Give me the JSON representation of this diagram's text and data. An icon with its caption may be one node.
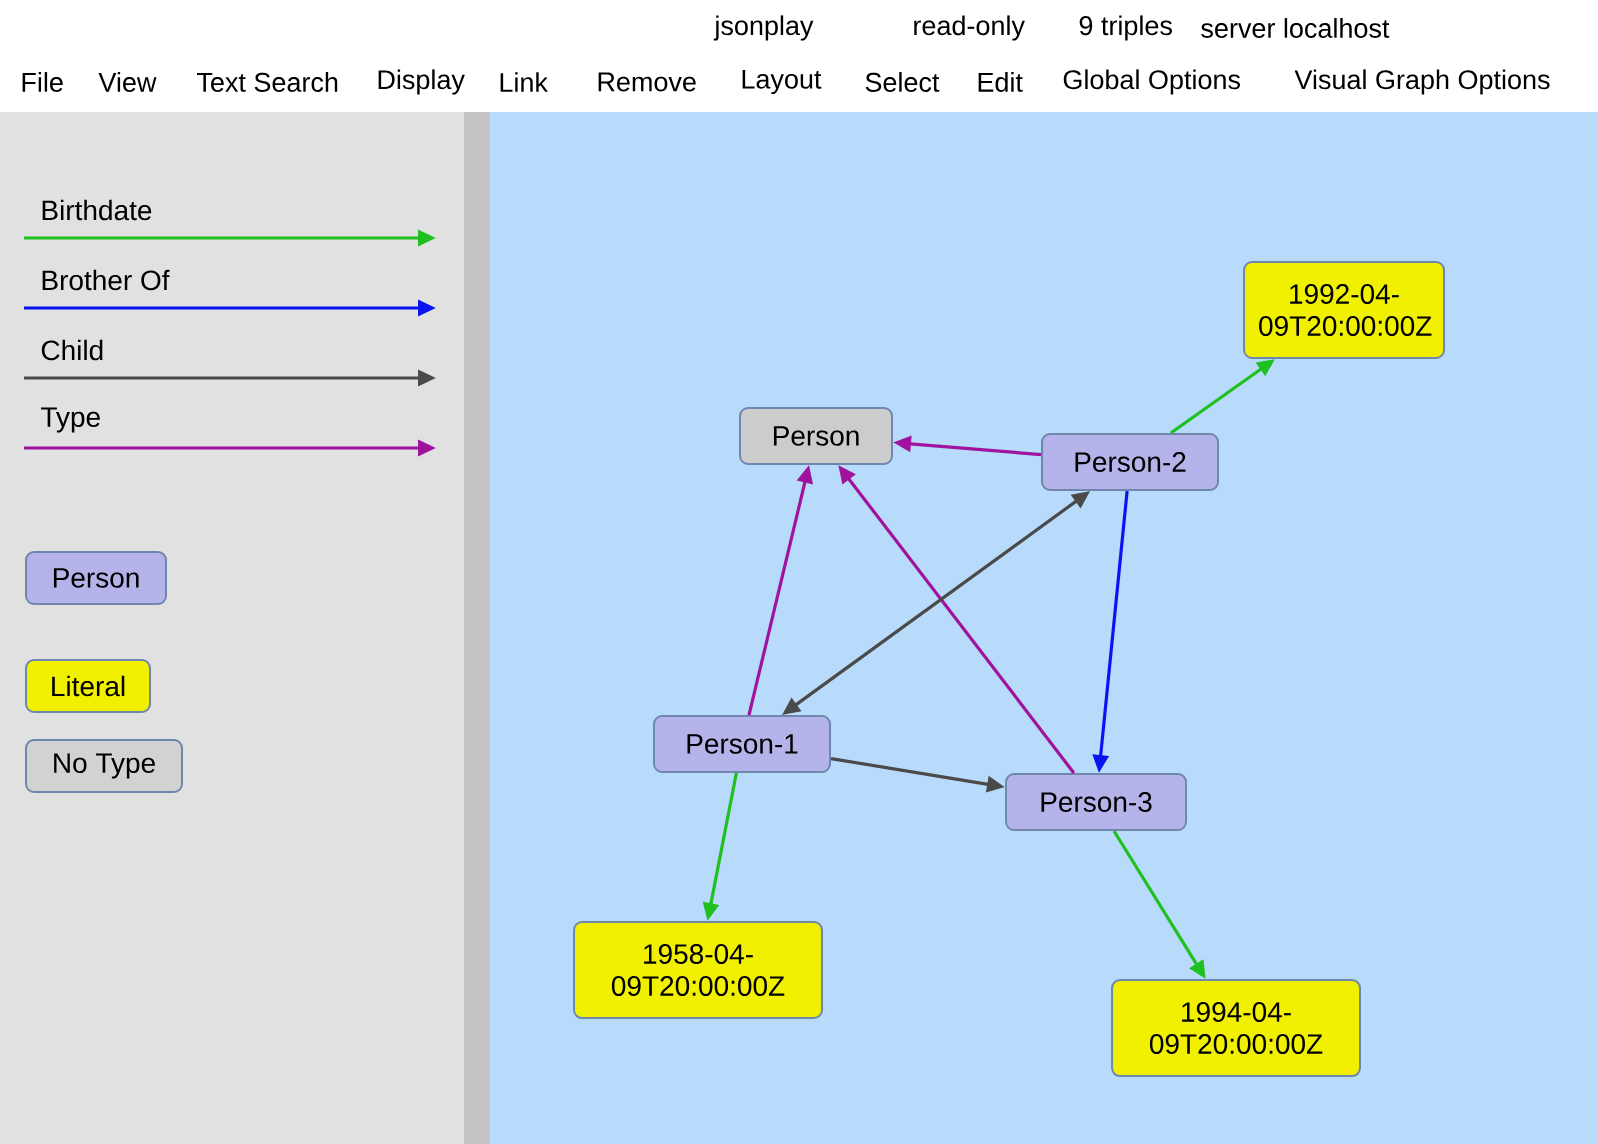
{
  "diagram": {
    "nodes": [
      {
        "text": [
          "Person"
        ]
      },
      {
        "text": [
          "Person-2"
        ]
      },
      {
        "text": [
          "Person-1"
        ]
      },
      {
        "text": [
          "Person-3"
        ]
      },
      {
        "text": [
          "1992-04-09T20:00:00Z"
        ]
      },
      {
        "text": [
          "1958-04-09T20:00:00Z"
        ]
      },
      {
        "text": [
          "1994-04-09T20:00:00Z"
        ]
      }
    ],
    "edges": [
      {
        "from": 1,
        "to": 0,
        "arrow": "to",
        "color": "#a0139e"
      },
      {
        "from": 2,
        "to": 0,
        "arrow": "to",
        "color": "#a0139e"
      },
      {
        "from": 3,
        "to": 0,
        "arrow": "to",
        "color": "#a0139e"
      },
      {
        "from": 1,
        "to": 4,
        "arrow": "to",
        "color": "#1fc01f"
      },
      {
        "from": 2,
        "to": 5,
        "arrow": "to",
        "color": "#1fc01f"
      },
      {
        "from": 3,
        "to": 6,
        "arrow": "to",
        "color": "#1fc01f"
      },
      {
        "from": 1,
        "to": 3,
        "arrow": "to",
        "color": "#0a14f0"
      },
      {
        "from": 2,
        "to": 1,
        "arrow": "both",
        "color": "#4a4a4a"
      },
      {
        "from": 2,
        "to": 3,
        "arrow": "to",
        "color": "#4a4a4a"
      }
    ],
    "labels": [
      "jsonplay",
      "read-only",
      "9 triples",
      "server localhost",
      "File",
      "View",
      "Text Search",
      "Display",
      "Link",
      "Remove",
      "Layout",
      "Select",
      "Edit",
      "Global Options",
      "Visual Graph Options"
    ],
    "legend": [
      {
        "text": "Birthdate"
      },
      {
        "text": "Brother Of"
      },
      {
        "text": "Child"
      },
      {
        "text": "Type"
      },
      {
        "text": "Person",
        "color": "#b4b4ea"
      },
      {
        "text": "Literal",
        "color": "#f0f000"
      },
      {
        "text": "No Type",
        "color": "#d2d2d2"
      }
    ]
  }
}
